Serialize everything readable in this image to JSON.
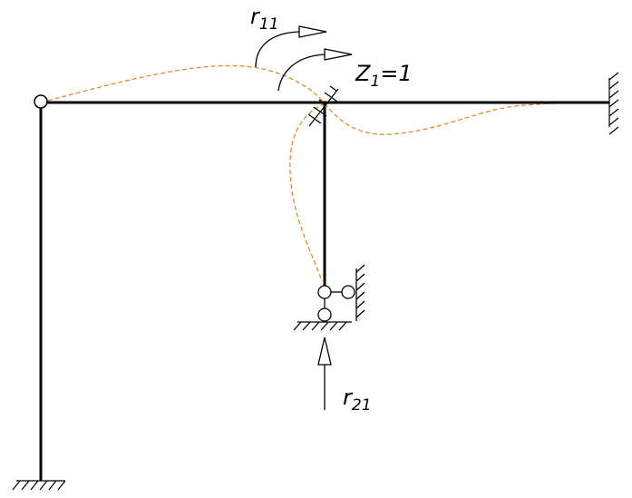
{
  "labels": {
    "r11": {
      "main": "r",
      "sub": "11"
    },
    "z1": {
      "main": "Z",
      "sub": "1",
      "suffix": "=1"
    },
    "r21": {
      "main": "r",
      "sub": "21"
    }
  },
  "colors": {
    "structure": "#000000",
    "deformed_shape": "#e08a2a",
    "background": "#ffffff"
  },
  "icons": {
    "pin_joint": "circle-hinge",
    "fixed_support": "hatched-wall",
    "sliding_support": "roller-with-wall",
    "reaction_arrow": "hollow-arrow"
  }
}
